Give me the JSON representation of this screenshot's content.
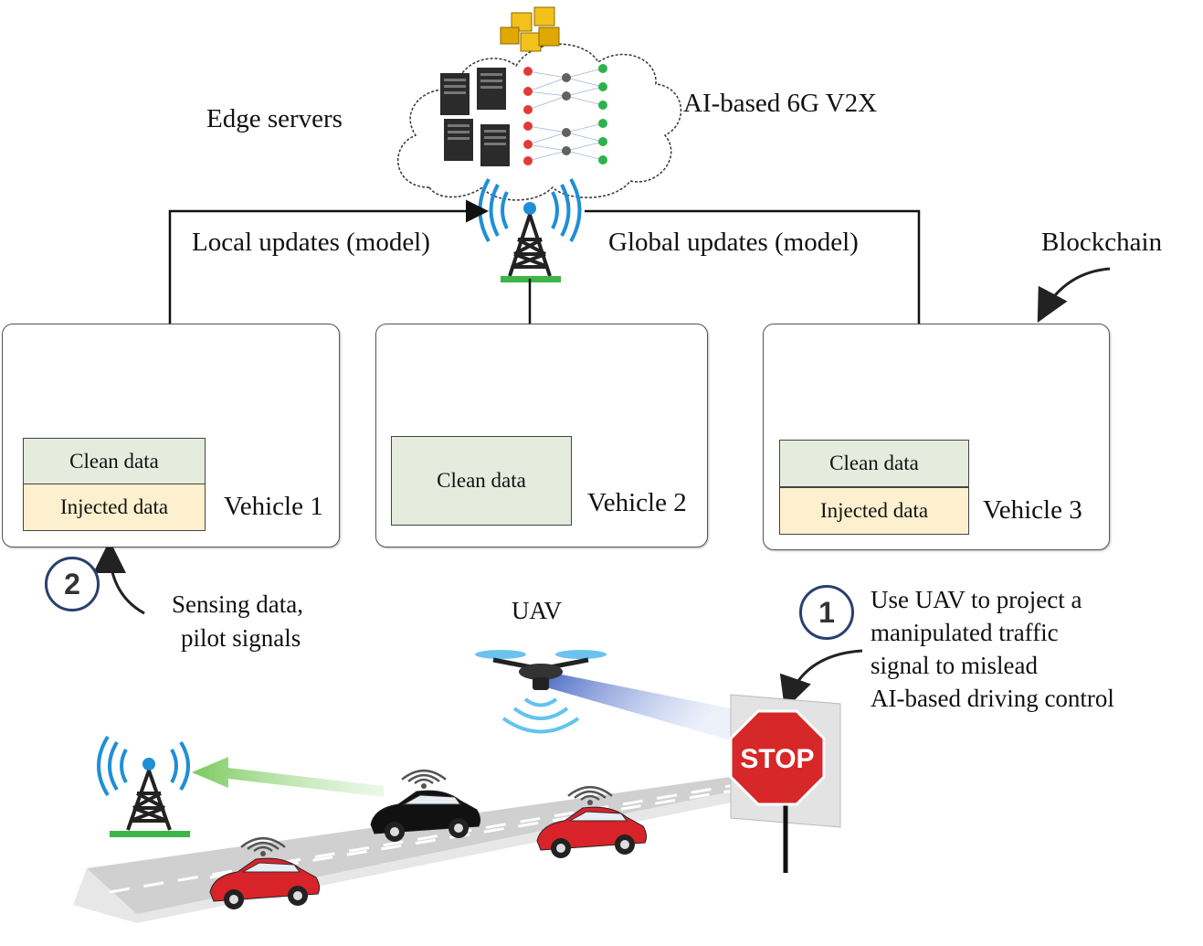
{
  "labels": {
    "edge_servers": "Edge servers",
    "ai_6g": "AI-based 6G V2X",
    "local_updates": "Local updates (model)",
    "global_updates": "Global updates (model)",
    "blockchain": "Blockchain",
    "uav": "UAV",
    "sensing_line1": "Sensing data,",
    "sensing_line2": "pilot signals",
    "attack_line1": "Use UAV to project a",
    "attack_line2": "manipulated traffic",
    "attack_line3": "signal to mislead",
    "attack_line4": "AI-based driving control",
    "stop_sign": "STOP"
  },
  "badges": {
    "step1": "1",
    "step2": "2"
  },
  "vehicles": [
    {
      "name": "Vehicle 1",
      "clean": "Clean data",
      "injected": "Injected data"
    },
    {
      "name": "Vehicle 2",
      "clean": "Clean data"
    },
    {
      "name": "Vehicle 3",
      "clean": "Clean data",
      "injected": "Injected data"
    }
  ],
  "colors": {
    "input_node": "#e53935",
    "hidden_node": "#616161",
    "output_node": "#2bb24c",
    "nn_background": "#e2e2e2",
    "car_body": "#d8232a",
    "car_roof": "#2b4aa0",
    "signal_blue": "#1f8fd6",
    "server_dark": "#2b2b2b",
    "cube_gold": "#f2c21b",
    "stop_red": "#d62828",
    "road_gray": "#cfcfcf",
    "badge_ring": "#2a3f6e",
    "clean_fill": "#e5ecdd",
    "injected_fill": "#fdf0cf",
    "green_arrow": "#8bd06f"
  }
}
